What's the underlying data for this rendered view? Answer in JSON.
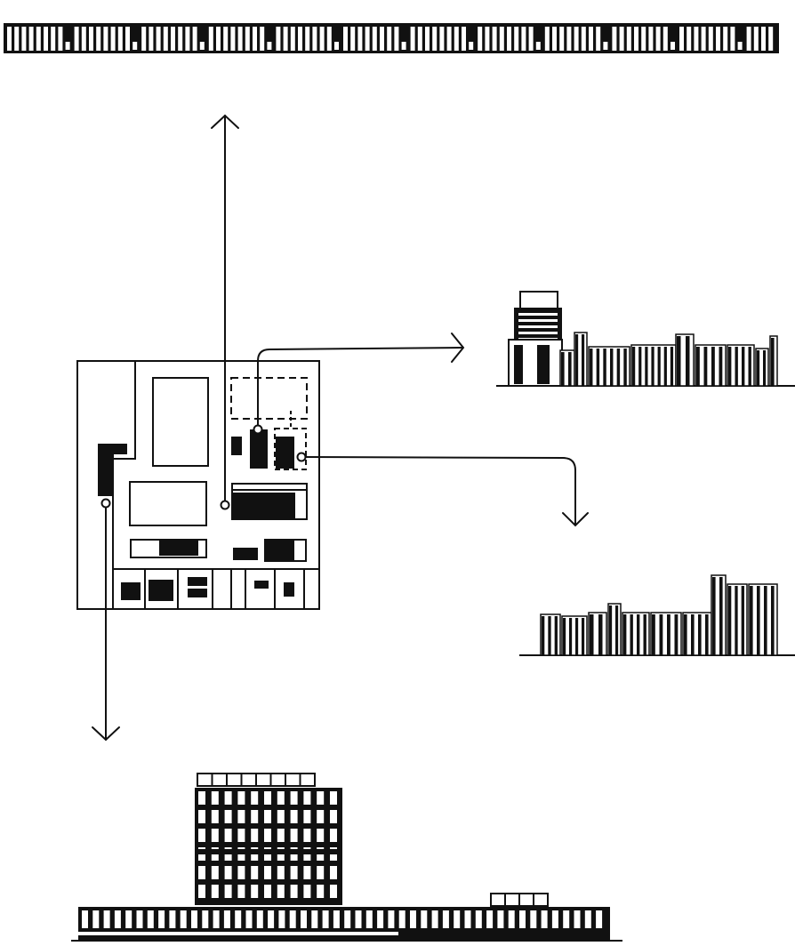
{
  "colors": {
    "ink": "#111111",
    "paper": "#ffffff"
  },
  "components": [
    "top-elevation-band",
    "site-plan",
    "north-arrow",
    "east-arrow",
    "southeast-arrow",
    "south-arrow",
    "east-elevation",
    "southeast-elevation",
    "south-elevation"
  ],
  "icons": [
    "arrow-up-icon",
    "arrow-right-icon",
    "arrow-down-icon"
  ]
}
